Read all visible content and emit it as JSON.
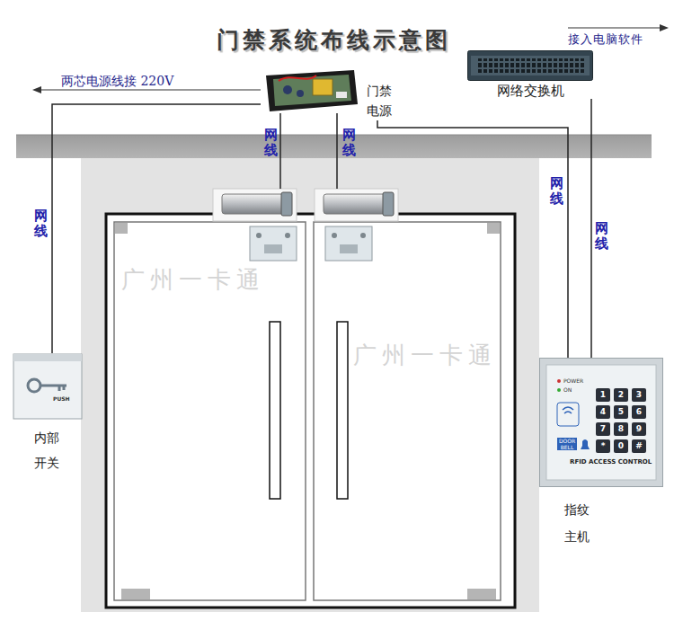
{
  "diagram": {
    "title": "门禁系统布线示意图",
    "nodes": [
      {
        "text": [
          "门禁 电源"
        ]
      },
      {
        "text": [
          "网络交换机"
        ]
      },
      {
        "text": [
          "内部 开关"
        ]
      },
      {
        "text": [
          "指纹 主机"
        ]
      }
    ],
    "edges": [
      {
        "from": 0,
        "to": 2,
        "label": "网线",
        "arrow": "none"
      },
      {
        "from": 0,
        "to": 3,
        "label": "网线",
        "arrow": "none"
      },
      {
        "from": 1,
        "to": 3,
        "label": "网线",
        "arrow": "none"
      }
    ],
    "labels": [
      "两芯电源线接 220V",
      "接入电脑软件",
      "网线",
      "网线",
      "广州一卡通",
      "广州一卡通",
      "PUSH",
      "POWER",
      "ON",
      "DOOR BELL",
      "RFID ACCESS CONTROL",
      "1",
      "2",
      "3",
      "4",
      "5",
      "6",
      "7",
      "8",
      "9",
      "*",
      "0",
      "#"
    ]
  }
}
